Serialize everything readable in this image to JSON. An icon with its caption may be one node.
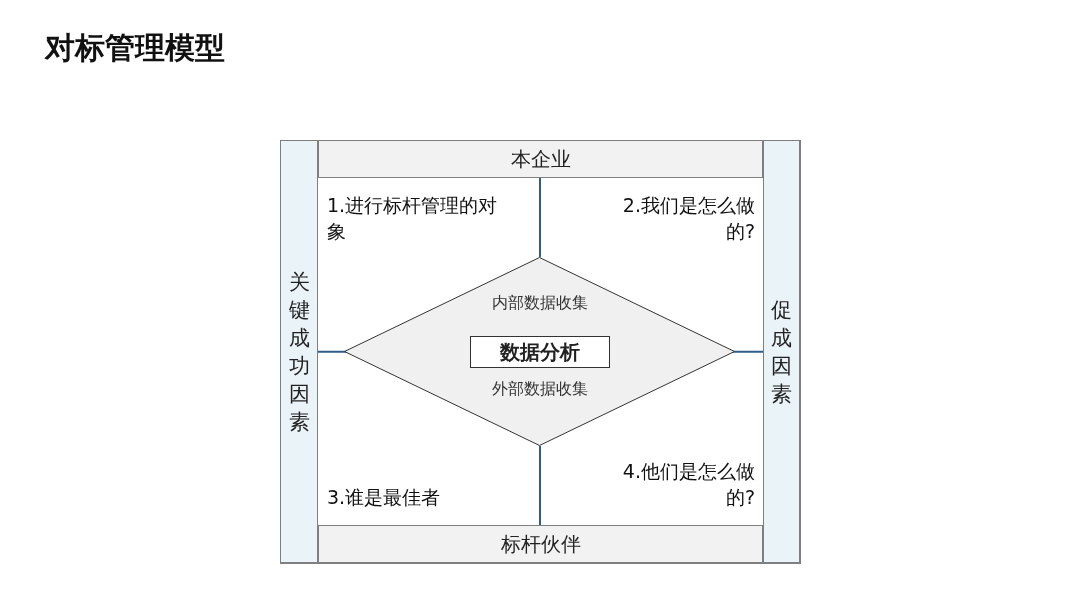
{
  "diagram": {
    "title": "对标管理模型",
    "nodes": [
      {
        "text": [
          "本企业"
        ]
      },
      {
        "text": [
          "关键成功因素"
        ]
      },
      {
        "text": [
          "促成因素"
        ]
      },
      {
        "text": [
          "内部数据收集",
          "外部数据收集"
        ]
      },
      {
        "text": [
          "数据分析"
        ],
        "in": 3
      },
      {
        "text": [
          "标杆伙伴"
        ]
      }
    ],
    "edges": [
      {
        "from": 0,
        "to": 3,
        "arrow": "none"
      },
      {
        "from": 1,
        "to": 4,
        "arrow": "none"
      },
      {
        "from": 4,
        "to": 2,
        "arrow": "none"
      },
      {
        "from": 3,
        "to": 5,
        "arrow": "none"
      }
    ],
    "labels": [
      "1.进行标杆管理的对象",
      "2.我们是怎么做的?",
      "3.谁是最佳者",
      "4.他们是怎么做的?"
    ]
  }
}
